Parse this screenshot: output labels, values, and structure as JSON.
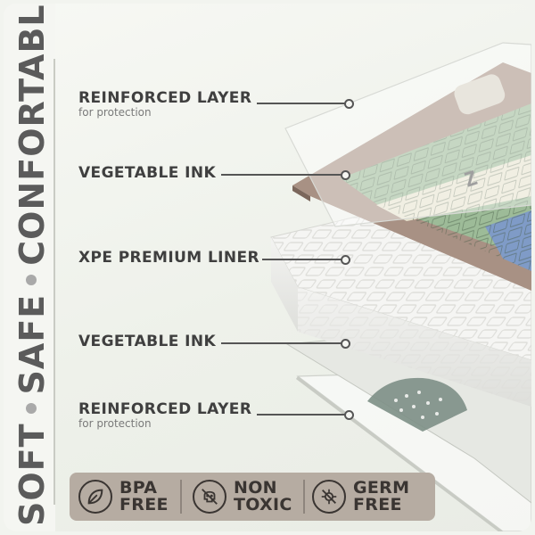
{
  "side_text": {
    "word1": "SOFT",
    "word2": "SAFE",
    "word3": "CONFORTABLE"
  },
  "layers": [
    {
      "title": "REINFORCED LAYER",
      "subtitle": "for protection"
    },
    {
      "title": "VEGETABLE INK",
      "subtitle": ""
    },
    {
      "title": "XPE PREMIUM LINER",
      "subtitle": ""
    },
    {
      "title": "VEGETABLE INK",
      "subtitle": ""
    },
    {
      "title": "REINFORCED LAYER",
      "subtitle": "for protection"
    }
  ],
  "badges": [
    {
      "line1": "BPA",
      "line2": "FREE",
      "icon": "leaf-icon"
    },
    {
      "line1": "NON",
      "line2": "TOXIC",
      "icon": "skull-icon"
    },
    {
      "line1": "GERM",
      "line2": "FREE",
      "icon": "germ-icon"
    }
  ],
  "colors": {
    "text_dark": "#3f3f3f",
    "badge_bar": "#b6aca2",
    "mat_brown": "#a89184",
    "mat_green": "#9dbb98",
    "mat_cream": "#e7e3cf",
    "mat_blue": "#7f9bc7",
    "foam_white": "#f4f4f2"
  }
}
